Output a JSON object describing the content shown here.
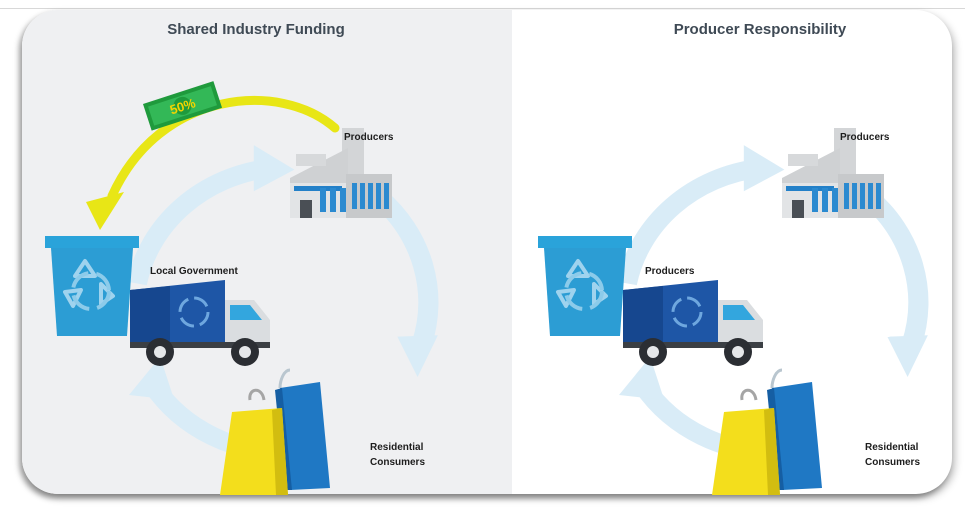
{
  "panels": {
    "left": {
      "title": "Shared Industry Funding",
      "producers_label": "Producers",
      "collector_label": "Local Government",
      "consumers_label_line1": "Residential",
      "consumers_label_line2": "Consumers",
      "funding_badge": "50%"
    },
    "right": {
      "title": "Producer Responsibility",
      "producers_label": "Producers",
      "collector_label": "Producers",
      "consumers_label_line1": "Residential",
      "consumers_label_line2": "Consumers"
    }
  },
  "colors": {
    "cycle_arrow": "#d6eaf6",
    "funding_arrow": "#e9e714",
    "bin": "#2a9fd6",
    "truck_body": "#1f55a3",
    "factory": "#d0d2d4",
    "bag_yellow": "#f2dd1e",
    "bag_blue": "#1f76c2"
  },
  "icons": [
    "recycling-bin-icon",
    "garbage-truck-icon",
    "factory-icon",
    "shopping-bags-icon",
    "money-icon"
  ]
}
